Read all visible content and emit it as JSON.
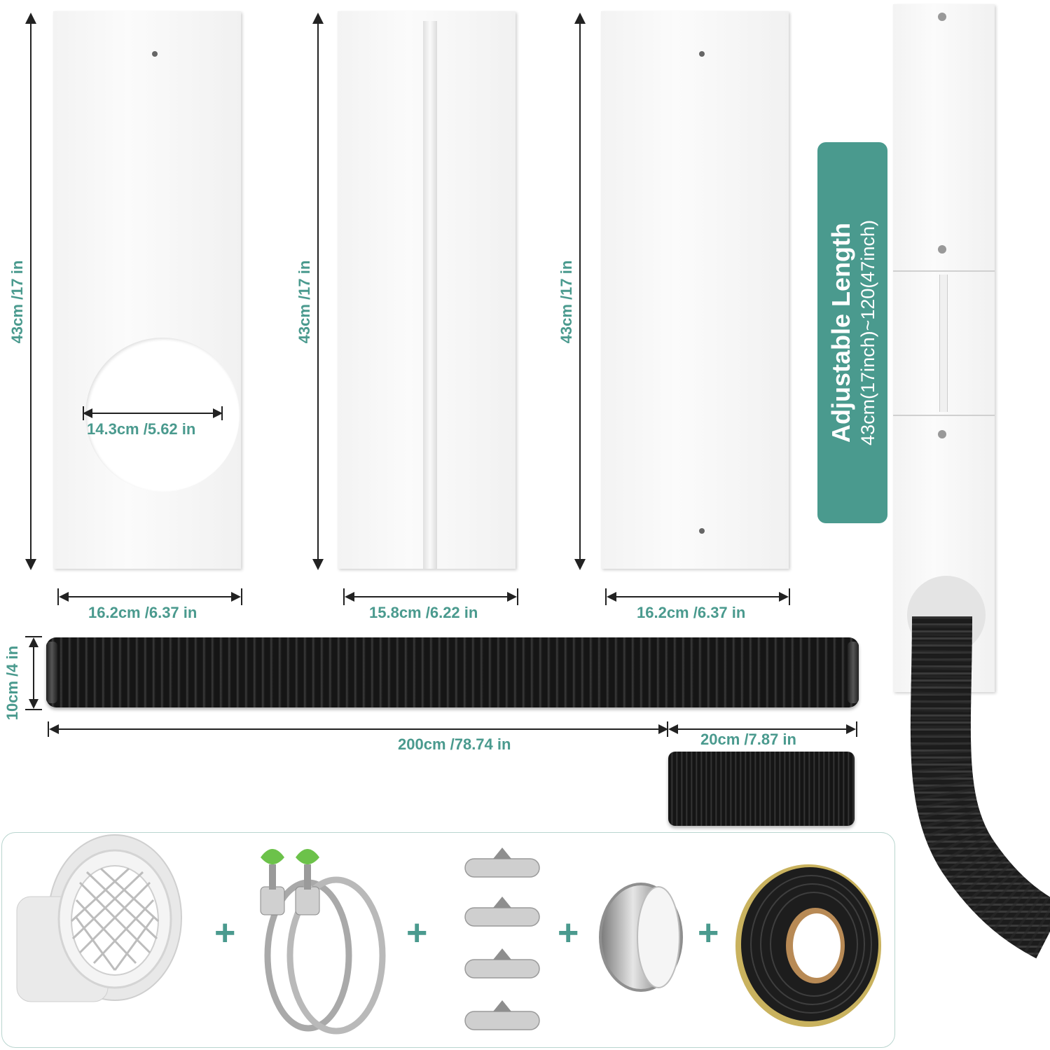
{
  "colors": {
    "accent": "#4a9a8e",
    "badge_bg": "#4a9a8e",
    "hose": "#1b1b1b",
    "panel": "#f5f5f5",
    "grip": "#6cc24a"
  },
  "panels": [
    {
      "height_label": "43cm /17 in",
      "width_label": "16.2cm /6.37 in",
      "hole_label": "14.3cm /5.62 in"
    },
    {
      "height_label": "43cm /17 in",
      "width_label": "15.8cm /6.22 in"
    },
    {
      "height_label": "43cm /17 in",
      "width_label": "16.2cm /6.37 in"
    }
  ],
  "badge": {
    "title": "Adjustable Length",
    "subtitle": "43cm(17inch)~120(47inch)"
  },
  "hose": {
    "diameter_label": "10cm /4 in",
    "length_label": "200cm /78.74 in",
    "extension_label": "20cm /7.87 in"
  },
  "accessories": {
    "plus_sign": "+",
    "items": [
      "vent-cap-icon",
      "hose-clamps-icon",
      "wing-screws-icon",
      "aluminum-tape-icon",
      "foam-seal-tape-icon"
    ]
  }
}
